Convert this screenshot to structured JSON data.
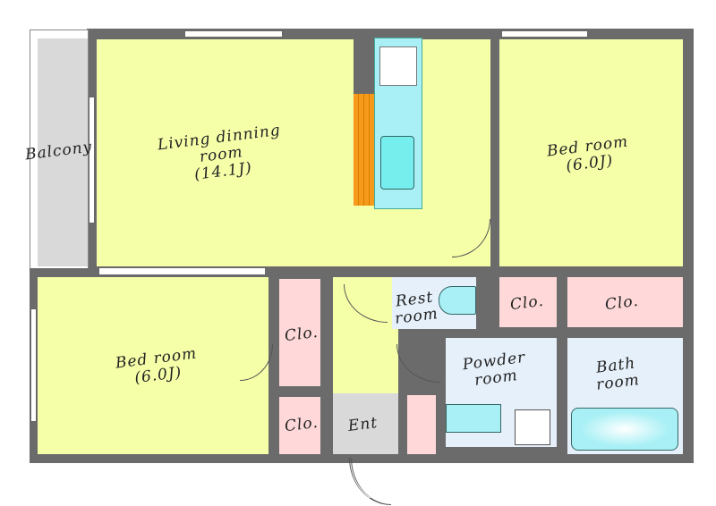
{
  "rooms": {
    "balcony": "Balcony",
    "living": {
      "name1": "Living dinning",
      "name2": "room",
      "size": "(14.1J)"
    },
    "bedroom_right": {
      "name": "Bed room",
      "size": "(6.0J)"
    },
    "bedroom_left": {
      "name": "Bed room",
      "size": "(6.0J)"
    },
    "closet": "Clo.",
    "restroom": {
      "name1": "Rest",
      "name2": "room"
    },
    "powder": {
      "name1": "Powder",
      "name2": "room"
    },
    "bath": {
      "name1": "Bath",
      "name2": "room"
    },
    "entrance": "Ent"
  },
  "colors": {
    "wall": "#6b6b6b",
    "living": "#f5ffa8",
    "closet": "#ffd9d9",
    "wet": "#e6f0fa",
    "fixture": "#a8f0f5",
    "kitchen_floor": "#f59a1a"
  }
}
